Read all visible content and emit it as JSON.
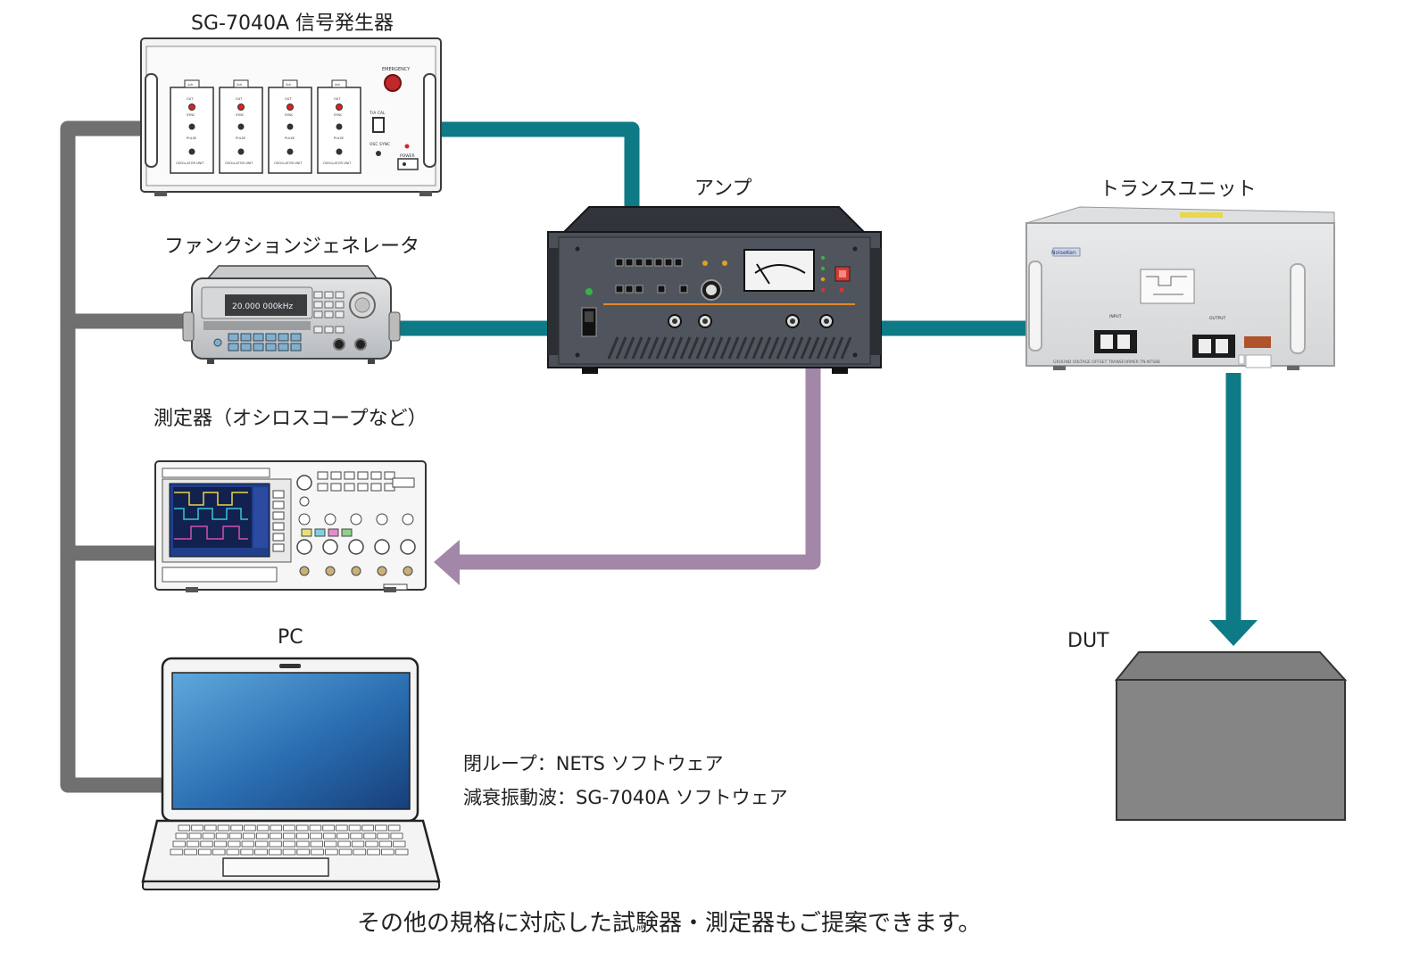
{
  "devices": {
    "signal_generator": {
      "label": "SG-7040A 信号発生器",
      "panel": {
        "emergency": "EMERGENCY",
        "power": "POWER",
        "cal": "T/A CAL",
        "sync": "OSC SYNC",
        "unit_label": "OSCILLATOR UNIT",
        "slot_tags": [
          "1ch",
          "2ch",
          "3ch",
          "4ch"
        ],
        "jack_out": "OUT",
        "jack_sync": "SYNC",
        "jack_pulse": "PULSE"
      }
    },
    "function_generator": {
      "label": "ファンクションジェネレータ",
      "display": "20.000 000kHz"
    },
    "measurement": {
      "label": "測定器（オシロスコープなど）"
    },
    "pc": {
      "label": "PC"
    },
    "amplifier": {
      "label": "アンプ"
    },
    "trans_unit": {
      "label": "トランスユニット",
      "panel": {
        "brand": "NoiseKen",
        "input": "INPUT",
        "output": "OUTPUT",
        "bottom_text": "GROUND VOLTAGE OFFSET TRANSFORMER   TN-NTS88"
      }
    },
    "dut": {
      "label": "DUT"
    }
  },
  "notes": {
    "closed_loop": "閉ループ：NETS ソフトウェア",
    "damped_wave": "減衰振動波：SG-7040A ソフトウェア"
  },
  "footer": "その他の規格に対応した試験器・測定器もご提案できます。",
  "colors": {
    "teal_cable": "#0e7a86",
    "gray_cable": "#707070",
    "purple_cable": "#a387a8",
    "amp_body": "#4b5058",
    "dut_fill": "#7f7f7f"
  }
}
